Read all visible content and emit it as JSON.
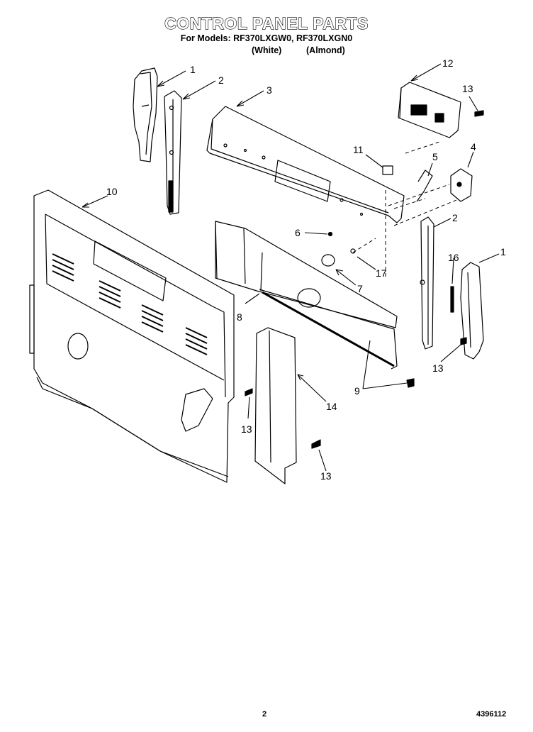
{
  "header": {
    "title": "CONTROL PANEL PARTS",
    "models_line": "For Models: RF370LXGW0, RF370LXGN0",
    "color_white": "(White)",
    "color_almond": "(Almond)"
  },
  "callouts": [
    "1",
    "2",
    "3",
    "12",
    "13",
    "11",
    "5",
    "4",
    "10",
    "6",
    "2",
    "16",
    "1",
    "17",
    "7",
    "8",
    "13",
    "9",
    "14",
    "13",
    "13"
  ],
  "footer": {
    "page_number": "2",
    "doc_number": "4396112"
  }
}
